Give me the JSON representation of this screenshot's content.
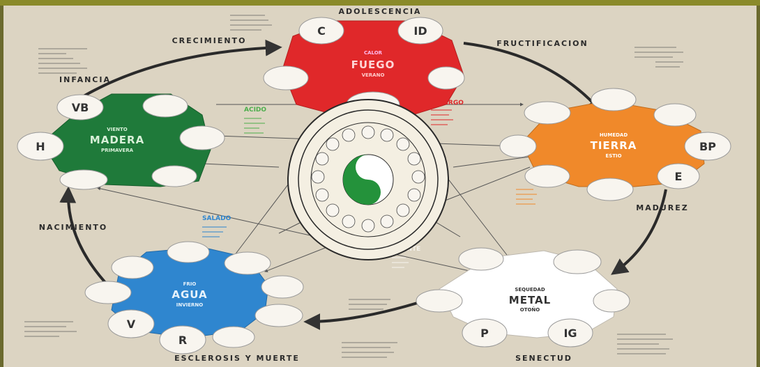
{
  "labels": {
    "adolescencia": "ADOLESCENCIA",
    "crecimiento": "CRECIMIENTO",
    "fructificacion": "FRUCTIFICACION",
    "infancia": "INFANCIA",
    "madurez": "MADUREZ",
    "nacimiento": "NACIMIENTO",
    "esclerosis": "ESCLEROSIS  Y  MUERTE",
    "senectud": "SENECTUD"
  },
  "fuego": {
    "line1": "CALOR",
    "name": "FUEGO",
    "line3": "VERANO",
    "node_c": "C",
    "node_id": "ID",
    "flavor": "AMARGO",
    "color": "#e0282a"
  },
  "madera": {
    "line1": "VIENTO",
    "name": "MADERA",
    "line3": "PRIMAVERA",
    "node_vb": "VB",
    "node_h": "H",
    "flavor": "ACIDO",
    "color": "#1f7a3a"
  },
  "tierra": {
    "line1": "HUMEDAD",
    "name": "TIERRA",
    "line3": "ESTIO",
    "node_bp": "BP",
    "node_e": "E",
    "color": "#f0892a"
  },
  "metal": {
    "line1": "SEQUEDAD",
    "name": "METAL",
    "line3": "OTOÑO",
    "node_p": "P",
    "node_ig": "IG",
    "flavor": "PICANTE",
    "color": "#ffffff"
  },
  "agua": {
    "line1": "FRIO",
    "name": "AGUA",
    "line3": "INVIERNO",
    "node_v": "V",
    "node_r": "R",
    "flavor": "SALADO",
    "color": "#2f86cf"
  }
}
